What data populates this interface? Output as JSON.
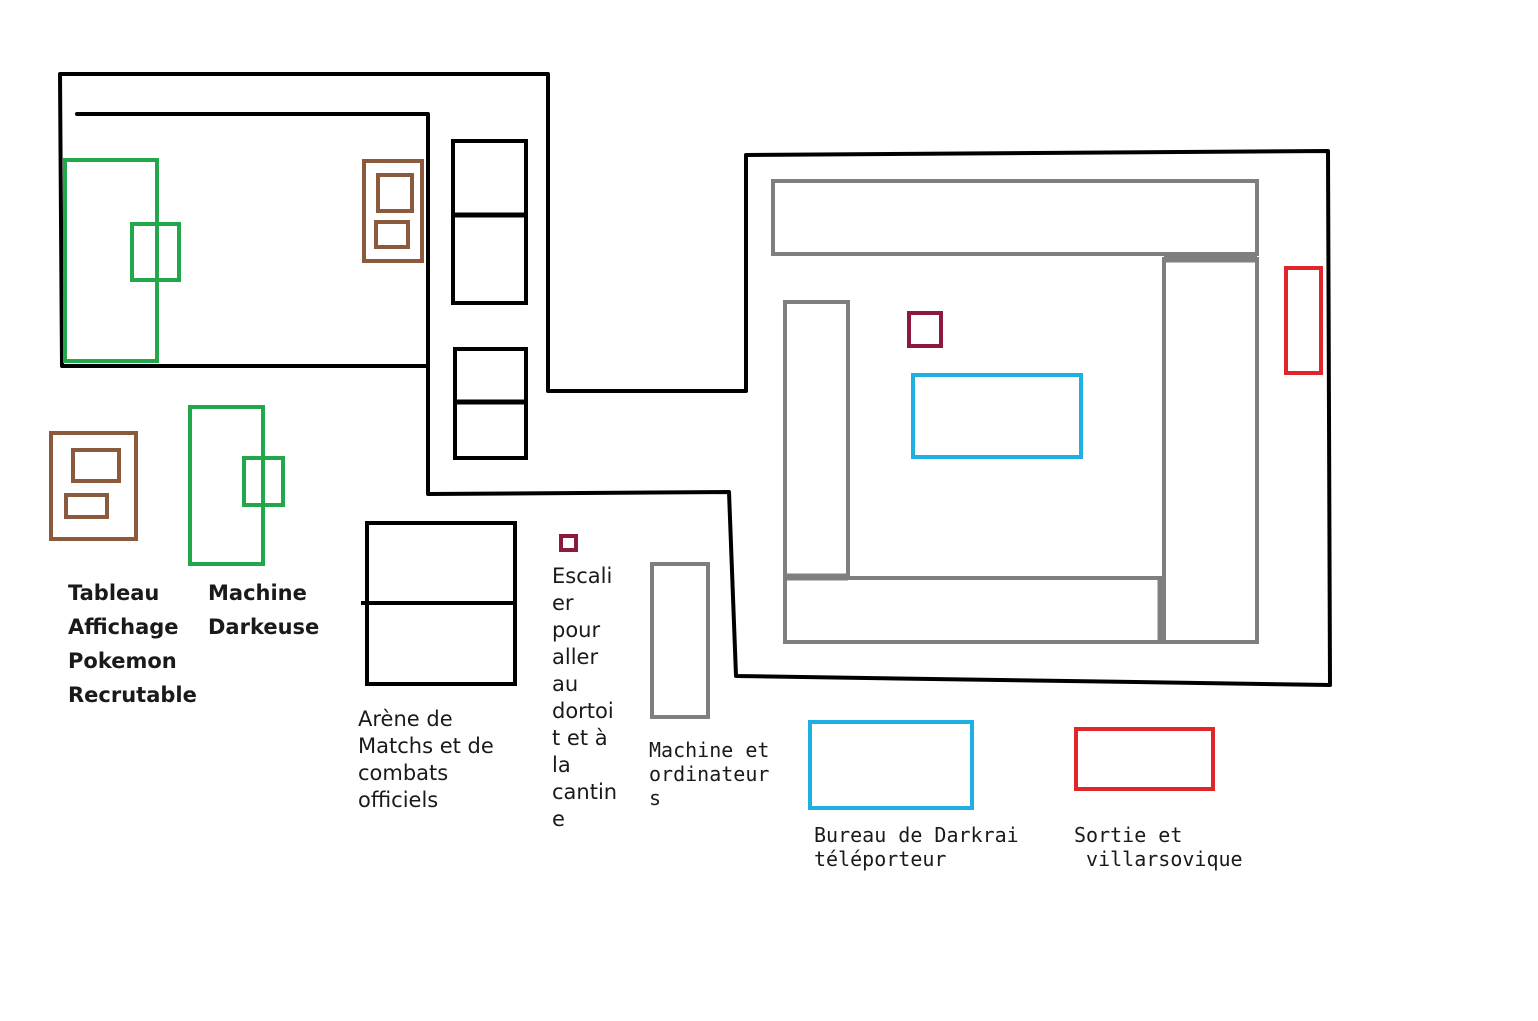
{
  "colors": {
    "wall": "#000000",
    "furniture": "#7f7f7f",
    "board": "#8b5a3c",
    "machine": "#22a84b",
    "stairs": "#8b1a3c",
    "office": "#1fb0e3",
    "exit": "#e0262a"
  },
  "legend": {
    "tableau": "Tableau\nAffichage\nPokemon\nRecrutable",
    "machine_darkeuse": "Machine\nDarkeuse",
    "arene": "Arène de\nMatchs et de\ncombats\nofficiels",
    "escalier": "Escali\ner\npour\naller\nau\ndortoi\nt et à\nla\ncantin\ne",
    "machine_ordinateurs": "Machine et\nordinateur\ns",
    "bureau": "Bureau de Darkrai\ntéléporteur",
    "sortie": "Sortie et\n villarsovique"
  }
}
